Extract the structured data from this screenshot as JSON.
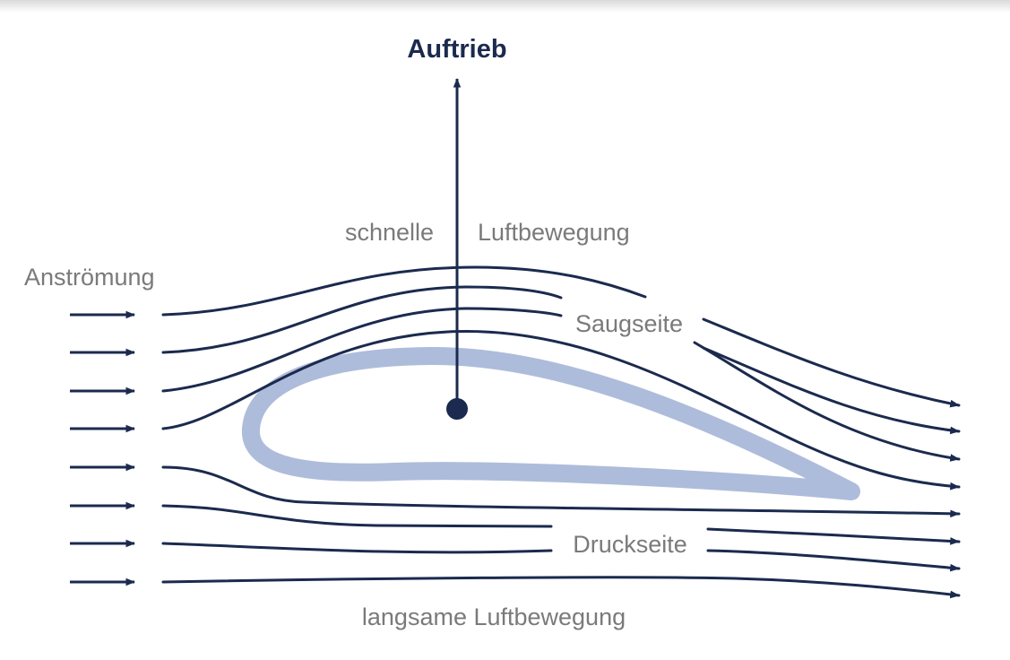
{
  "labels": {
    "lift": "Auftrieb",
    "fast_air_left": "schnelle",
    "fast_air_right": "Luftbewegung",
    "inflow": "Anströmung",
    "suction_side": "Saugseite",
    "pressure_side": "Druckseite",
    "slow_air": "langsame Luftbewegung"
  },
  "colors": {
    "ink": "#1b2a4e",
    "airfoil": "#aebcdb",
    "label_gray": "#7a7a7a",
    "top_shadow": "#e2e2e2"
  }
}
